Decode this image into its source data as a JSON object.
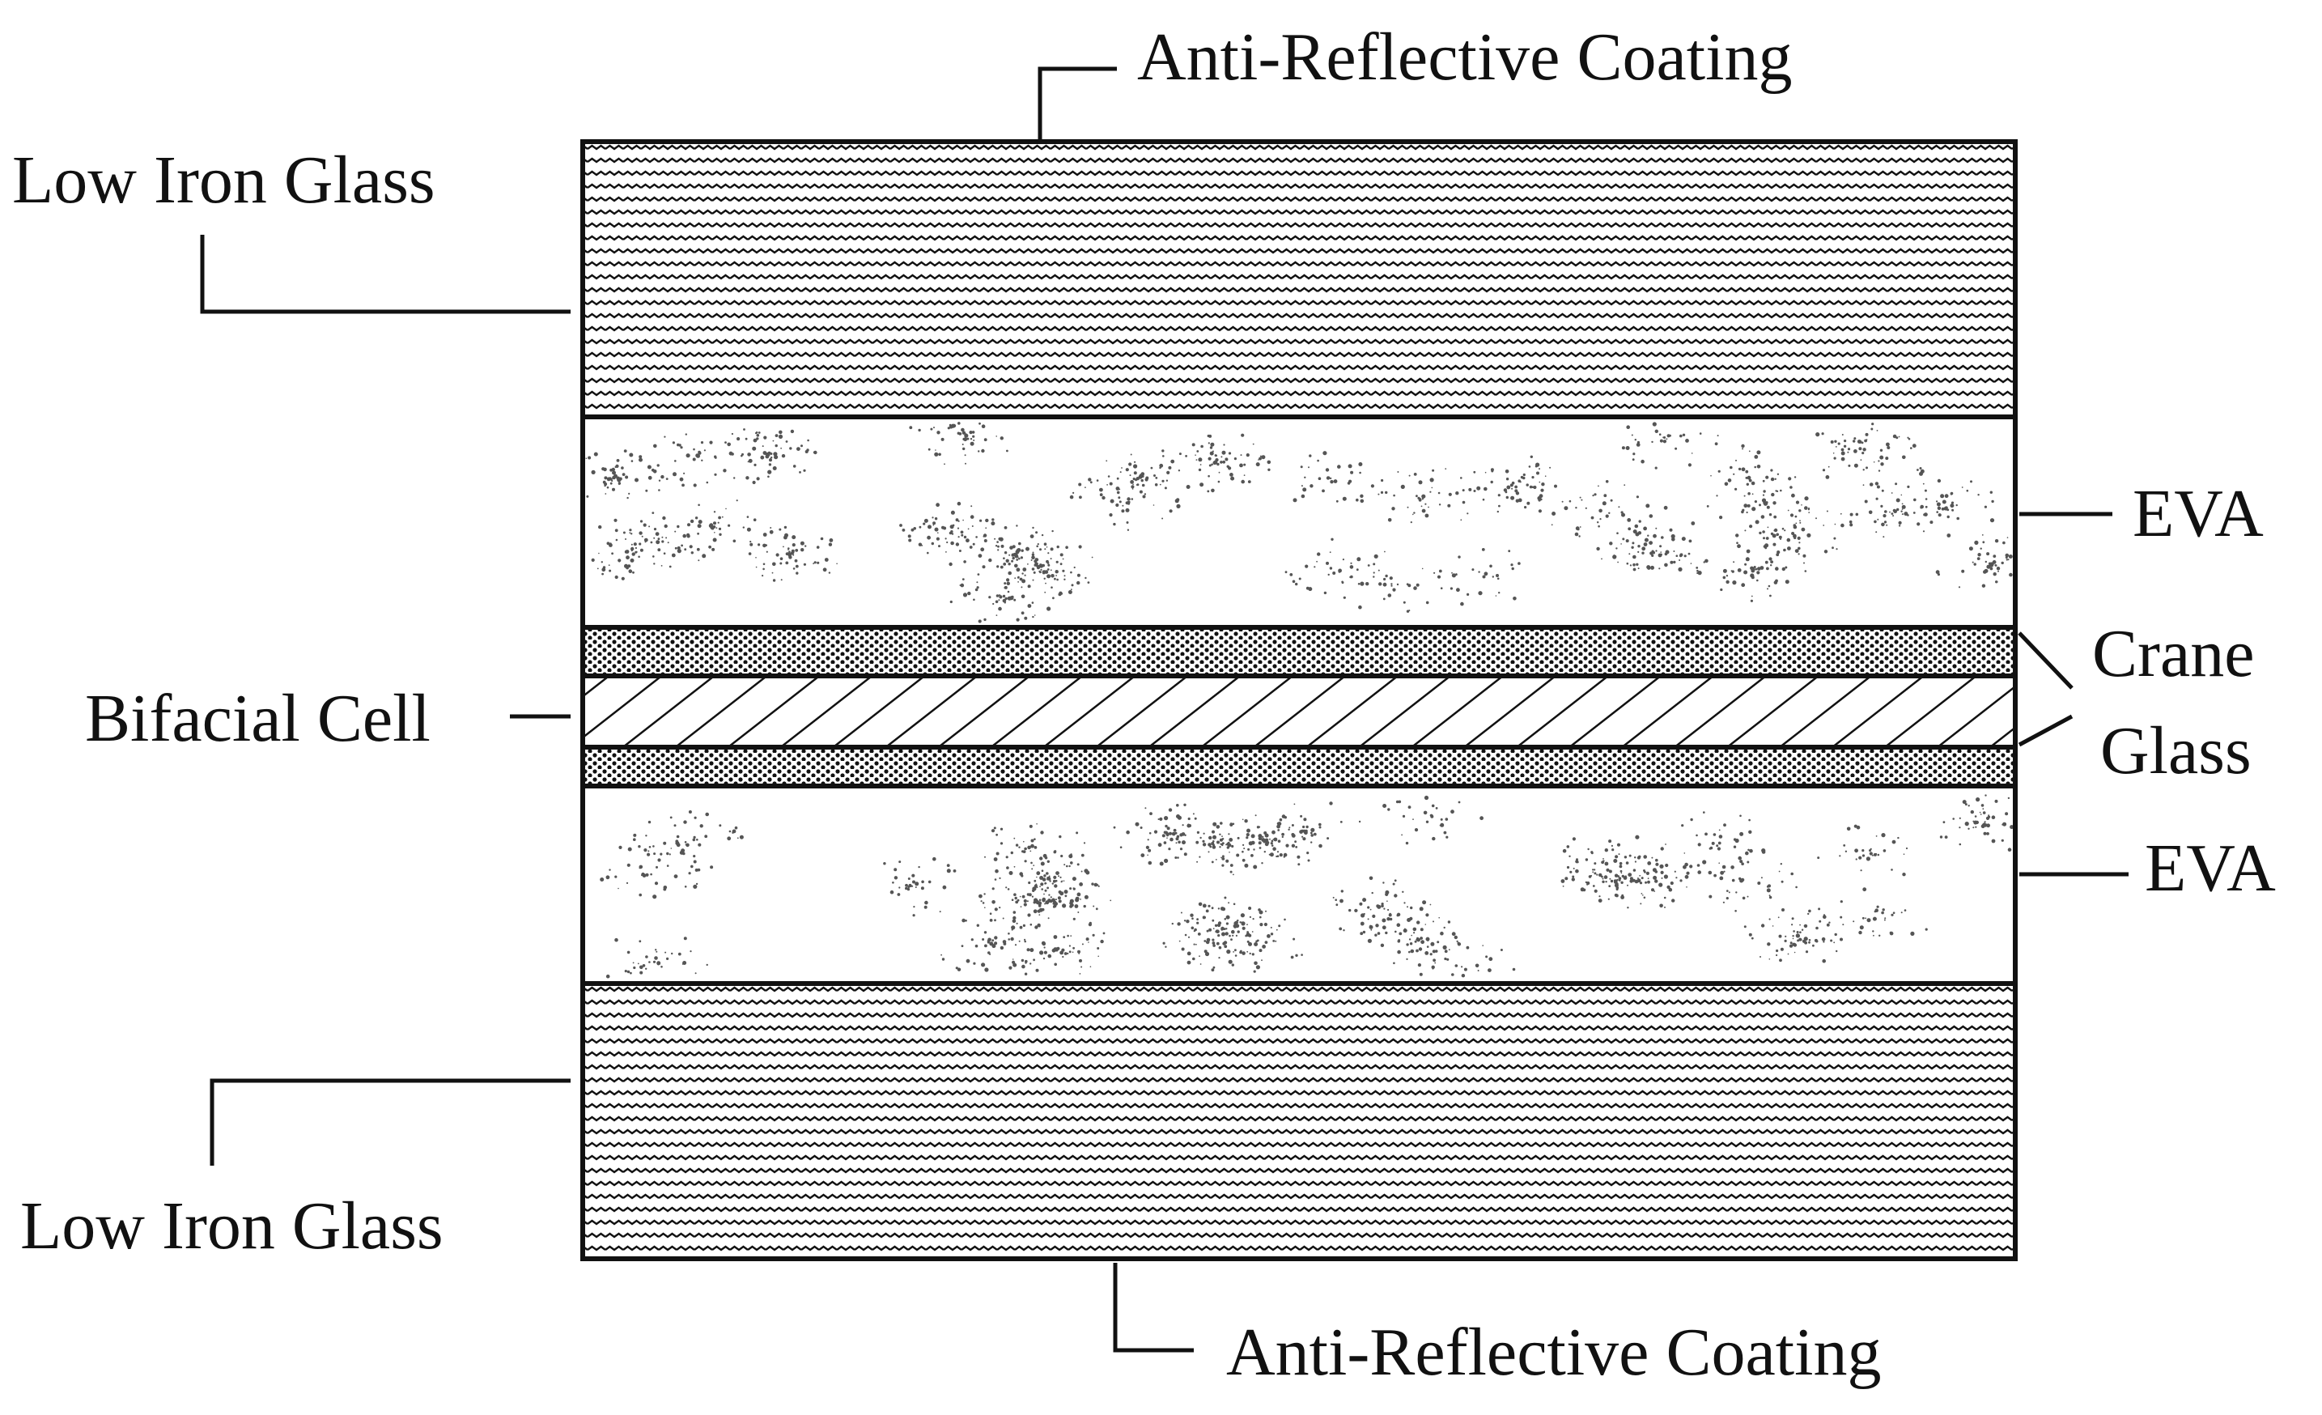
{
  "labels": {
    "ar_top": "Anti-Reflective Coating",
    "glass_top": "Low Iron Glass",
    "eva_top": "EVA",
    "crane_line1": "Crane",
    "crane_line2": "Glass",
    "bifacial_cell": "Bifacial Cell",
    "eva_bottom": "EVA",
    "glass_bottom": "Low Iron Glass",
    "ar_bottom": "Anti-Reflective Coating"
  },
  "colors": {
    "ink": "#111111",
    "speckle": "#555555",
    "background": "#ffffff"
  }
}
